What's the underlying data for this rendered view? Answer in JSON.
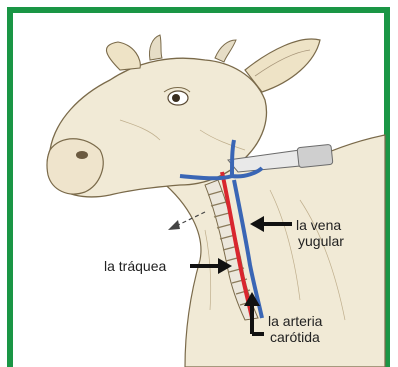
{
  "labels": {
    "vena_yugular_line1": "la vena",
    "vena_yugular_line2": "yugular",
    "traquea": "la tráquea",
    "arteria_carotida_line1": "la arteria",
    "arteria_carotida_line2": "carótida"
  },
  "colors": {
    "frame": "#1a9645",
    "jugular_vein": "#3a66b5",
    "carotid_artery": "#d9262e",
    "skin": "#f1ead6"
  },
  "icons": [
    "knife-icon",
    "arrow-left-icon"
  ]
}
